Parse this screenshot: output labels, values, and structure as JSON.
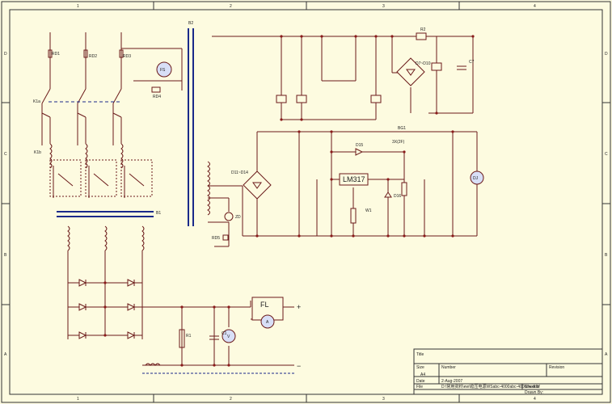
{
  "border": {
    "columns": [
      "1",
      "2",
      "3",
      "4"
    ],
    "rows": [
      "D",
      "C",
      "B",
      "A"
    ]
  },
  "title_block": {
    "title_label": "Title",
    "size_label": "Size",
    "size_value": "A4",
    "number_label": "Number",
    "revision_label": "Revision",
    "date_label": "Date",
    "date_value": "2-Aug-2007",
    "sheet_label": "Sheet of",
    "file_label": "File",
    "file_value": "D:\\常用资料\\ew\\稳压电源WSabc-4000abc-400kdw.ddb",
    "drawn_label": "Drawn By:"
  },
  "components": {
    "lm317": "LM317",
    "fs": "FS",
    "fl": "FL",
    "meter_v": "V",
    "meter_a": "A",
    "meter_dj": "DJ",
    "bridge_d7": "D7~D10",
    "bridge_d11": "D11~D14",
    "relay_k1a": "K1a",
    "relay_k1b": "K1b",
    "bg1": "BG1",
    "ic_3x": "3X(2F)",
    "d15": "D15",
    "d16": "D16",
    "rd1": "RD1",
    "rd2": "RD2",
    "rd3": "RD3",
    "rd4": "RD4",
    "rd5": "RD5",
    "zd": "ZD",
    "plus": "+",
    "minus": "−",
    "r1": "R1",
    "c1": "C1",
    "r2": "R2",
    "c7": "C7",
    "w1": "W1",
    "b2": "B2",
    "b1": "B1"
  }
}
